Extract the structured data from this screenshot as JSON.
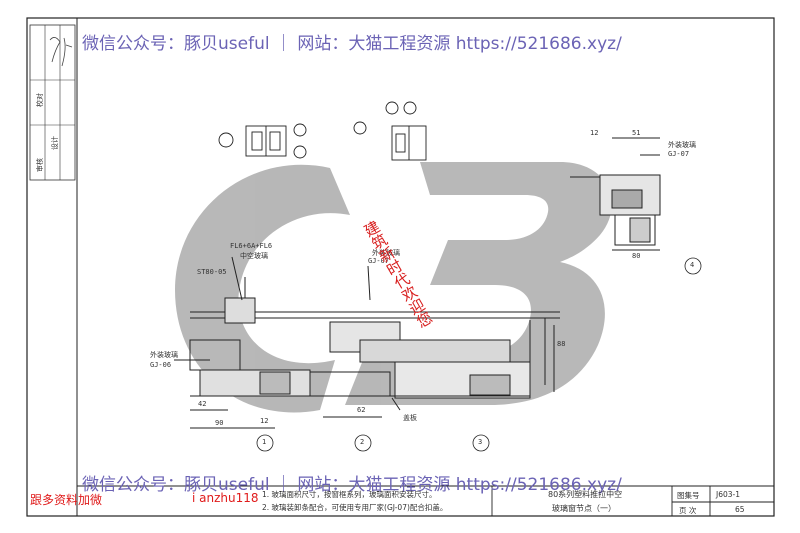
{
  "watermark": {
    "line": "微信公众号：豚贝useful ｜ 网站：大猫工程资源 https://521686.xyz/"
  },
  "red_notes": {
    "left": "跟多资料加微",
    "right": "i anzhu118"
  },
  "vertical_red_text": "建筑新时代欢迎您",
  "logo_text": "CB",
  "drawing_labels": {
    "glass_spec": "FL6+6A+FL6",
    "glass_spec_sub": "中空玻璃",
    "profile_left": "ST80-05",
    "gasket_center": "GJ-07",
    "gasket_center_top": "外装玻璃",
    "gasket_left": "GJ-06",
    "gasket_left_top": "外装玻璃",
    "gasket_right": "GJ-07",
    "gasket_right_top": "外装玻璃",
    "dim_42": "42",
    "dim_12a": "12",
    "dim_90": "90",
    "dim_62": "62",
    "dim_12b": "12",
    "dim_51": "51",
    "dim_80": "80",
    "dim_88": "88",
    "callout_1": "1",
    "callout_2": "2",
    "callout_3": "3",
    "callout_4": "4",
    "label_bottom": "盖板"
  },
  "notes": {
    "line1": "1. 玻璃面积尺寸，按窗框系列，玻璃面积安装尺寸。",
    "line2": "2. 玻璃装卸条配合，可使用专用厂家(GJ-07)配合扣盖。"
  },
  "title_block": {
    "title_line1": "80系列塑料推拉中空",
    "title_line2": "玻璃窗节点（一）",
    "label_atlas": "图集号",
    "atlas_value": "J603-1",
    "label_page": "页 次",
    "page_value": "65"
  },
  "side_table": {
    "col1": "校对",
    "col2": "设计",
    "col3": "审核"
  }
}
